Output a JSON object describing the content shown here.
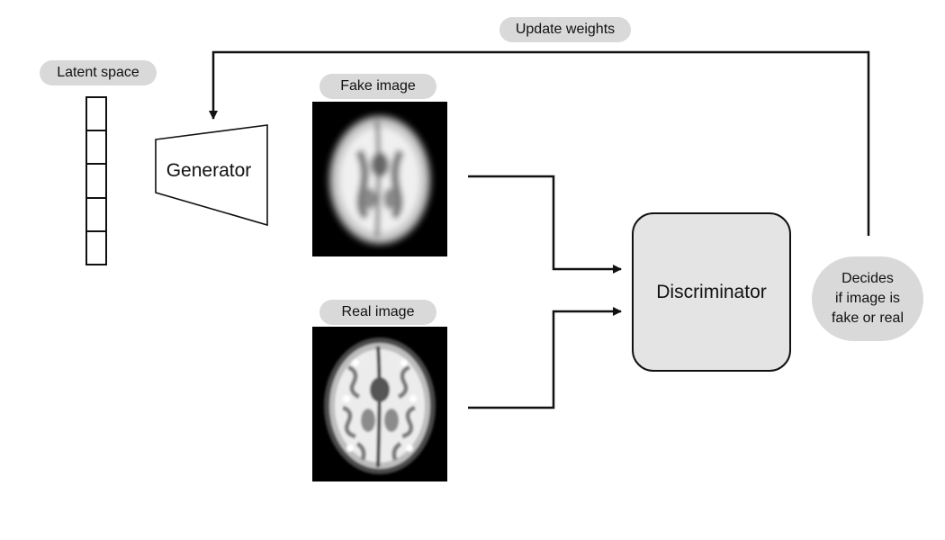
{
  "labels": {
    "latent_space": "Latent space",
    "update_weights": "Update weights",
    "fake_image": "Fake image",
    "real_image": "Real image",
    "generator": "Generator",
    "discriminator": "Discriminator",
    "decides_lines": [
      "Decides",
      "if image is",
      "fake or real"
    ]
  },
  "latent_vector": {
    "cells": 5
  },
  "colors": {
    "pill_fill": "#d9d9d9",
    "discriminator_fill": "#e4e4e4",
    "stroke": "#111111",
    "image_background": "#000000"
  }
}
